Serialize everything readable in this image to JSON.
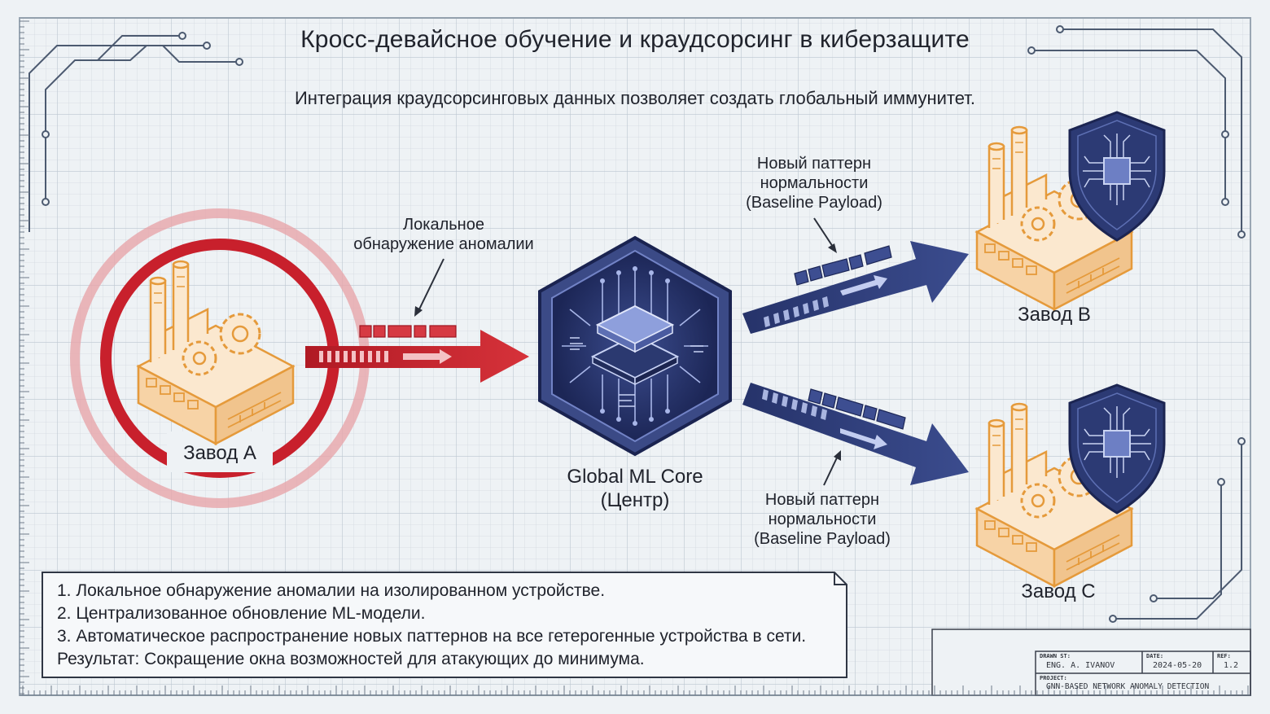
{
  "title": "Кросс-девайсное обучение и краудсорсинг в киберзащите",
  "subtitle": "Интеграция краудсорсинговых данных позволяет создать глобальный иммунитет.",
  "nodes": {
    "plant_a": "Завод А",
    "plant_b": "Завод В",
    "plant_c": "Завод С",
    "core_line1": "Global ML Core",
    "core_line2": "(Центр)"
  },
  "callouts": {
    "local_detection_line1": "Локальное",
    "local_detection_line2": "обнаружение аномалии",
    "pattern_top_line1": "Новый паттерн",
    "pattern_top_line2": "нормальности",
    "pattern_top_line3": "(Baseline Payload)",
    "pattern_bottom_line1": "Новый паттерн",
    "pattern_bottom_line2": "нормальности",
    "pattern_bottom_line3": "(Baseline Payload)"
  },
  "steps": [
    "1. Локальное обнаружение аномалии на изолированном устройстве.",
    "2. Централизованное обновление ML-модели.",
    "3. Автоматическое распространение новых паттернов на все гетерогенные устройства в сети.",
    "Результат: Сокращение окна возможностей для атакующих до минимума."
  ],
  "title_block": {
    "drawn_label": "DRAWN ST:",
    "drawn_value": "ENG. A. IVANOV",
    "date_label": "DATE:",
    "date_value": "2024-05-20",
    "ref_label": "REF:",
    "ref_value": "1.2",
    "project_label": "PROJECT:",
    "project_value": "GNN-BASED NETWORK ANOMALY DETECTION"
  },
  "colors": {
    "background": "#eef2f5",
    "grid": "#c9d2db",
    "alert_red": "#c8202c",
    "core_navy": "#2b3970",
    "plant_orange": "#e59a3b"
  }
}
